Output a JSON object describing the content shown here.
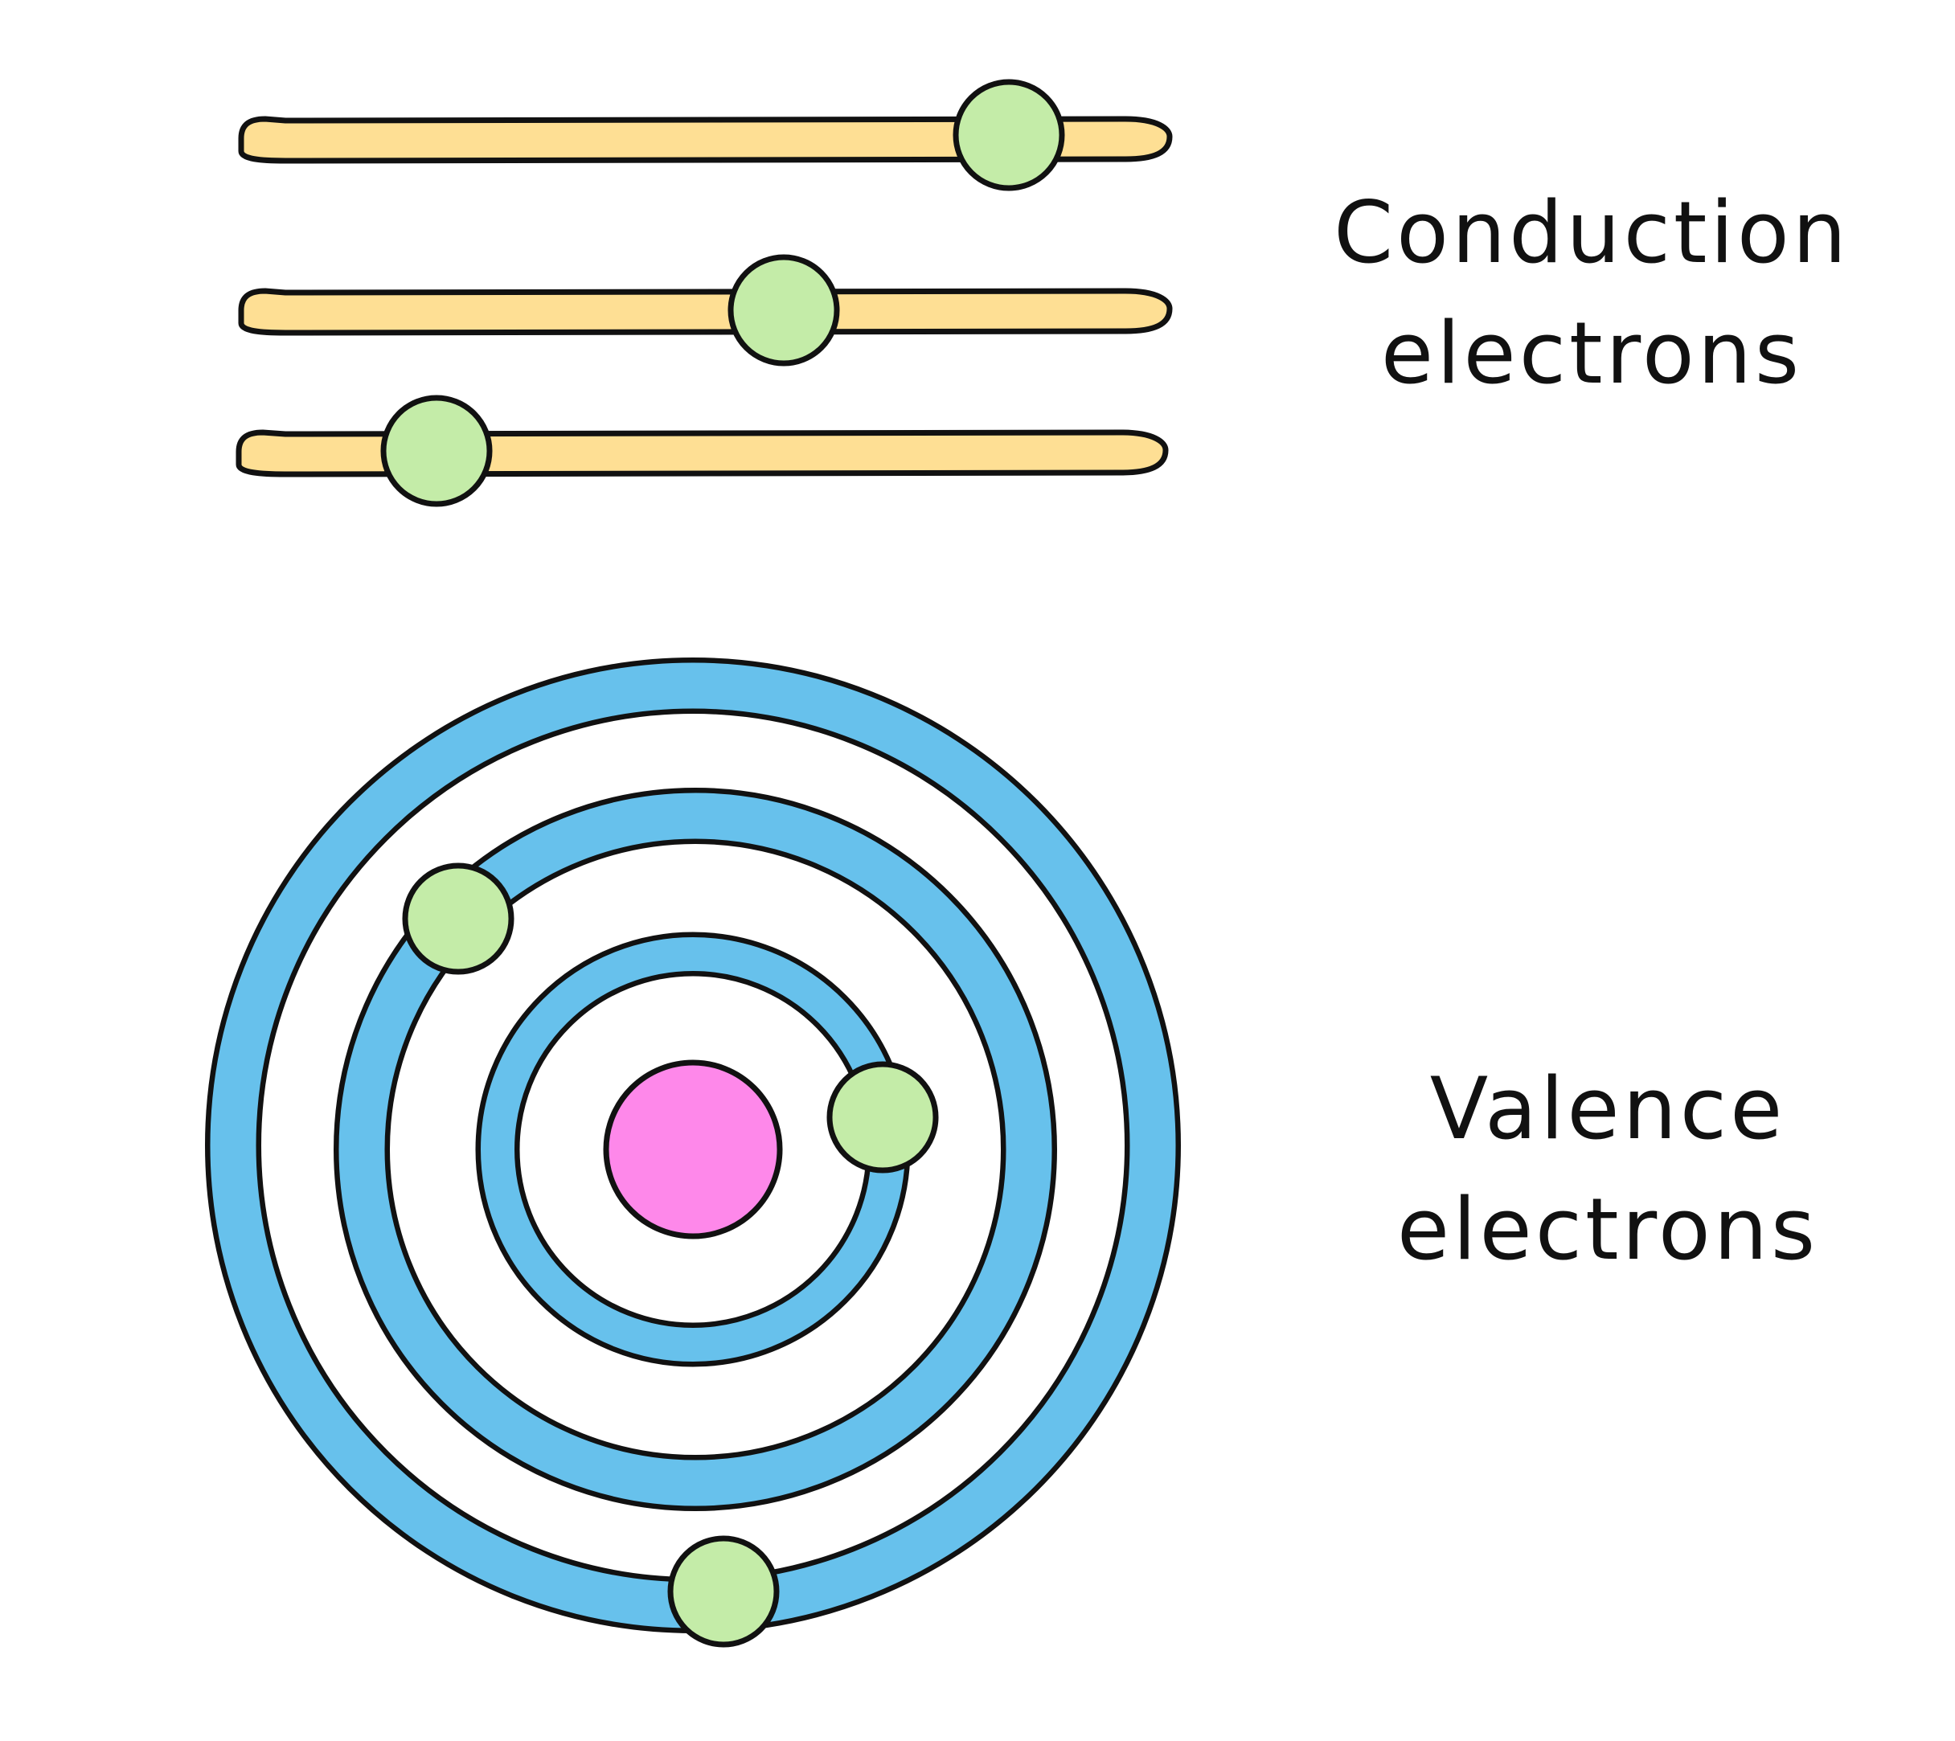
{
  "labels": {
    "conduction_line1": "Conduction",
    "conduction_line2": "electrons",
    "valence_line1": "Valence",
    "valence_line2": "electrons"
  },
  "colors": {
    "bar_fill": "#fedf94",
    "electron_fill": "#c4eca8",
    "shell_fill": "#67c1ec",
    "nucleus_fill": "#fe88ea",
    "outline": "#111111",
    "background": "#ffffff"
  },
  "conduction_bars": [
    {
      "name": "conduction-bar-1",
      "electron_position": 0.82
    },
    {
      "name": "conduction-bar-2",
      "electron_position": 0.58
    },
    {
      "name": "conduction-bar-3",
      "electron_position": 0.21
    }
  ],
  "shells": [
    {
      "name": "shell-inner"
    },
    {
      "name": "shell-middle"
    },
    {
      "name": "shell-outer"
    }
  ]
}
